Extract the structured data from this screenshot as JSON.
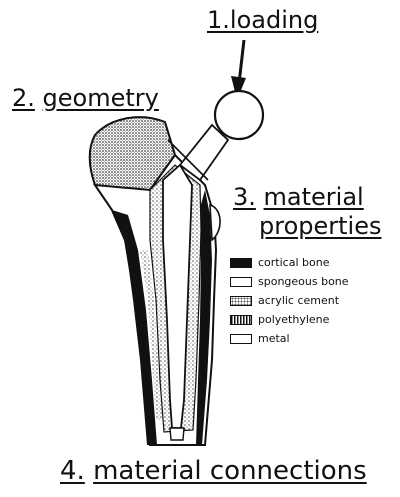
{
  "labels": {
    "loading": {
      "num": "1.",
      "text": "loading"
    },
    "geometry": {
      "num": "2.",
      "text": "geometry"
    },
    "material_properties": {
      "num": "3.",
      "line1": "material",
      "line2": "properties"
    },
    "material_connections": {
      "num": "4.",
      "text": "material connections"
    }
  },
  "legend": [
    {
      "label": "cortical bone",
      "pattern": "solid-black"
    },
    {
      "label": "spongeous bone",
      "pattern": "white"
    },
    {
      "label": "acrylic cement",
      "pattern": "dotted"
    },
    {
      "label": "polyethylene",
      "pattern": "vertical-stripes"
    },
    {
      "label": "metal",
      "pattern": "white"
    }
  ],
  "colors": {
    "ink": "#111111",
    "paper": "#ffffff",
    "stipple": "#9a9a9a"
  }
}
